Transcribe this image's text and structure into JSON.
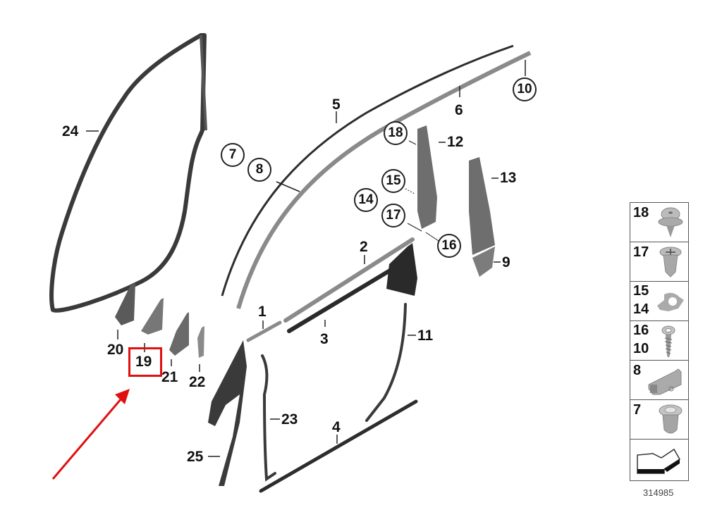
{
  "diagram": {
    "type": "exploded parts diagram",
    "subject": "door seals, window channel trim and pillar covers",
    "catalog_number": "314985",
    "highlight": {
      "part": "19",
      "box_color": "#e01010",
      "arrow_color": "#e01010"
    },
    "callouts": [
      {
        "id": "1",
        "label": "1",
        "style": "plain"
      },
      {
        "id": "2",
        "label": "2",
        "style": "plain"
      },
      {
        "id": "3",
        "label": "3",
        "style": "plain"
      },
      {
        "id": "4",
        "label": "4",
        "style": "plain"
      },
      {
        "id": "5",
        "label": "5",
        "style": "plain"
      },
      {
        "id": "6",
        "label": "6",
        "style": "plain"
      },
      {
        "id": "7",
        "label": "7",
        "style": "circled"
      },
      {
        "id": "8",
        "label": "8",
        "style": "circled"
      },
      {
        "id": "9",
        "label": "9",
        "style": "plain"
      },
      {
        "id": "10",
        "label": "10",
        "style": "circled"
      },
      {
        "id": "11",
        "label": "11",
        "style": "plain"
      },
      {
        "id": "12",
        "label": "12",
        "style": "plain"
      },
      {
        "id": "13",
        "label": "13",
        "style": "plain"
      },
      {
        "id": "14",
        "label": "14",
        "style": "circled"
      },
      {
        "id": "15",
        "label": "15",
        "style": "circled"
      },
      {
        "id": "16",
        "label": "16",
        "style": "circled"
      },
      {
        "id": "17",
        "label": "17",
        "style": "circled"
      },
      {
        "id": "18",
        "label": "18",
        "style": "circled"
      },
      {
        "id": "19",
        "label": "19",
        "style": "plain"
      },
      {
        "id": "20",
        "label": "20",
        "style": "plain"
      },
      {
        "id": "21",
        "label": "21",
        "style": "plain"
      },
      {
        "id": "22",
        "label": "22",
        "style": "plain"
      },
      {
        "id": "23",
        "label": "23",
        "style": "plain"
      },
      {
        "id": "24",
        "label": "24",
        "style": "plain"
      },
      {
        "id": "25",
        "label": "25",
        "style": "plain"
      }
    ],
    "legend": [
      {
        "numbers": [
          "18"
        ],
        "icon": "push-rivet-clip"
      },
      {
        "numbers": [
          "17"
        ],
        "icon": "expanding-rivet-phillips"
      },
      {
        "numbers": [
          "15",
          "14"
        ],
        "icon": "retaining-plate-clip"
      },
      {
        "numbers": [
          "16",
          "10"
        ],
        "icon": "self-tapping-screw"
      },
      {
        "numbers": [
          "8"
        ],
        "icon": "trim-clip-bracket"
      },
      {
        "numbers": [
          "7"
        ],
        "icon": "expanding-nut-clip"
      },
      {
        "numbers": [],
        "icon": "arrow-symbol"
      }
    ]
  }
}
